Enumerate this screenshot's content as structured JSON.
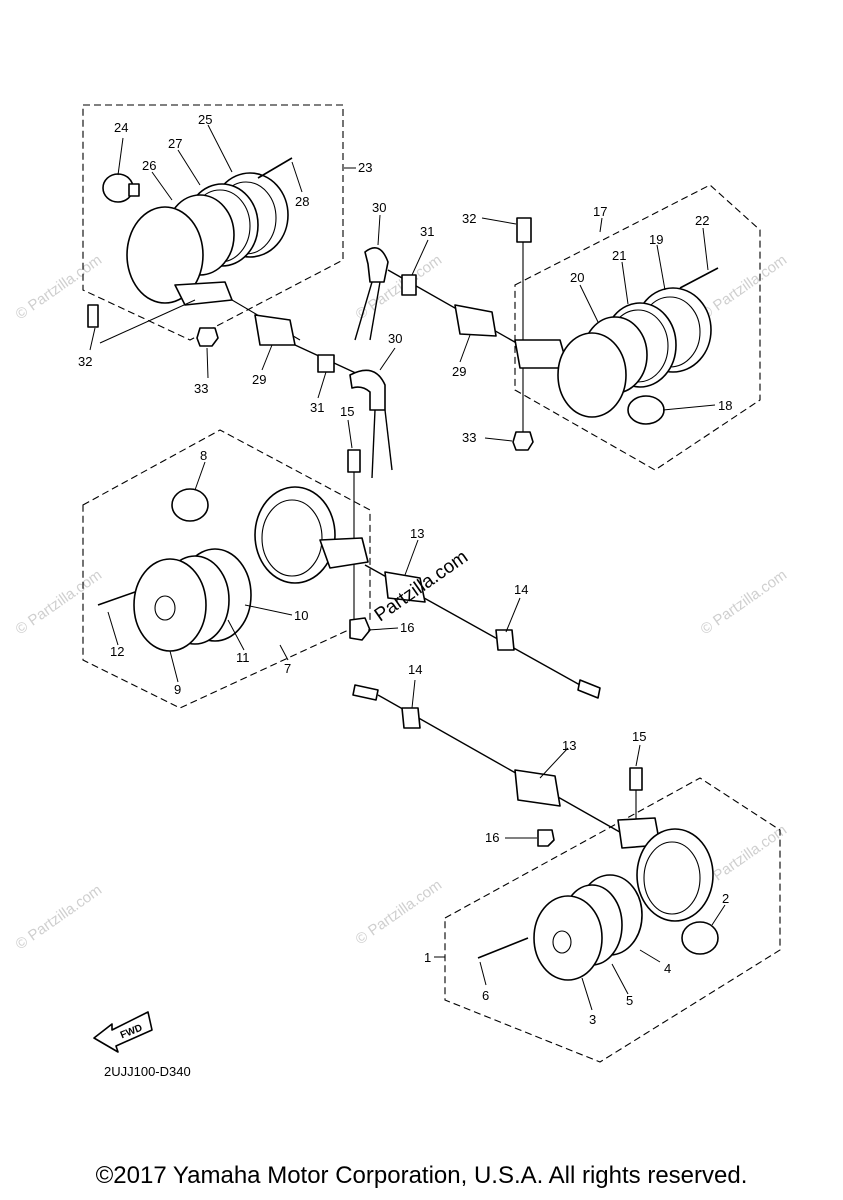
{
  "diagram": {
    "callouts": [
      "1",
      "2",
      "3",
      "4",
      "5",
      "6",
      "7",
      "8",
      "9",
      "10",
      "11",
      "12",
      "13",
      "14",
      "15",
      "16",
      "17",
      "18",
      "19",
      "20",
      "21",
      "22",
      "23",
      "24",
      "25",
      "26",
      "27",
      "28",
      "29",
      "30",
      "31",
      "32",
      "33"
    ],
    "direction_label": "FWD",
    "diagram_code": "2UJJ100-D340",
    "watermark": "Partzilla.com",
    "watermark_small": "© Partzilla.com"
  },
  "footer": {
    "copyright": "©2017 Yamaha Motor Corporation, U.S.A. All rights reserved."
  }
}
